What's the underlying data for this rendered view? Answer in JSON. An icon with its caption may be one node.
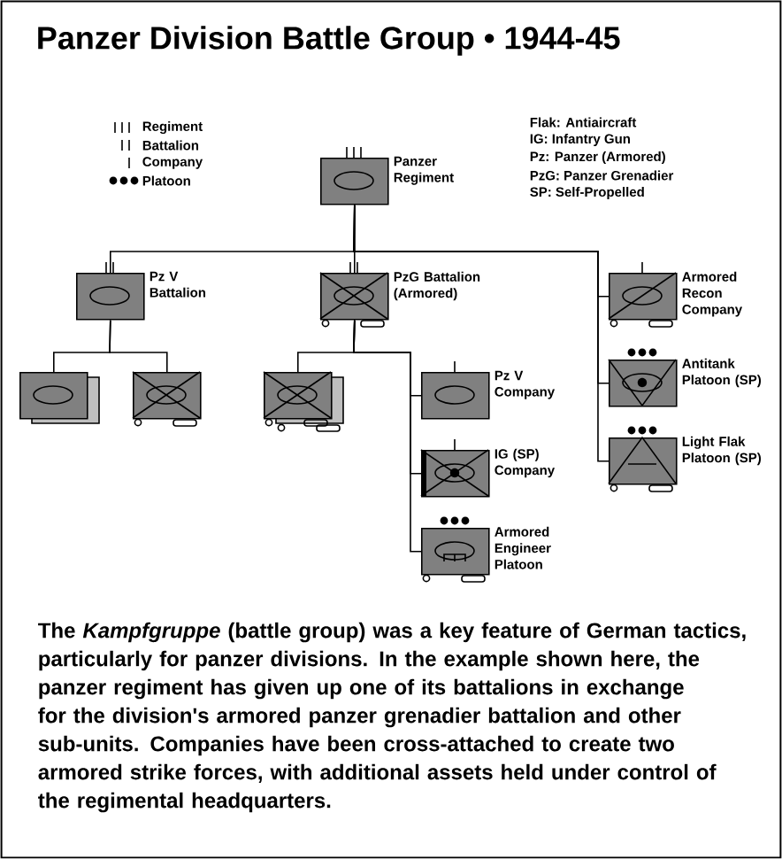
{
  "diagram": {
    "title": "Panzer Division Battle Group • 1944-45",
    "caption": "The *Kampfgruppe* (battle group) was a key feature of German tactics, particularly for panzer divisions. In the example shown here, the panzer regiment has given up one of its battalions in exchange for the division's armored panzer grenadier battalion and other sub-units. Companies have been cross-attached to create two armored strike forces, with additional assets held under control of the regimental headquarters.",
    "nodes": [
      {
        "text": [
          "Panzer Regiment"
        ]
      },
      {
        "text": [
          "Pz V Battalion"
        ]
      },
      {
        "text": [
          "PzG Battalion (Armored)"
        ]
      },
      {
        "text": [
          "Armored Recon Company"
        ]
      },
      {
        "text": [],
        "shape": "box"
      },
      {
        "text": [],
        "shape": "box"
      },
      {
        "text": [],
        "shape": "box"
      },
      {
        "text": [
          "Pz V Company"
        ]
      },
      {
        "text": [
          "IG (SP) Company"
        ]
      },
      {
        "text": [
          "Armored Engineer Platoon"
        ]
      },
      {
        "text": [
          "Antitank Platoon (SP)"
        ]
      },
      {
        "text": [
          "Light Flak Platoon (SP)"
        ]
      }
    ],
    "edges": [
      {
        "from": 0,
        "to": 1,
        "arrow": "none"
      },
      {
        "from": 0,
        "to": 2,
        "arrow": "none"
      },
      {
        "from": 0,
        "to": 3,
        "arrow": "none"
      },
      {
        "from": 0,
        "to": 10,
        "arrow": "none"
      },
      {
        "from": 0,
        "to": 11,
        "arrow": "none"
      },
      {
        "from": 1,
        "to": 4,
        "arrow": "none"
      },
      {
        "from": 1,
        "to": 5,
        "arrow": "none"
      },
      {
        "from": 2,
        "to": 6,
        "arrow": "none"
      },
      {
        "from": 2,
        "to": 7,
        "arrow": "none"
      },
      {
        "from": 2,
        "to": 8,
        "arrow": "none"
      },
      {
        "from": 2,
        "to": 9,
        "arrow": "none"
      }
    ],
    "labels": [
      "Flak: Antiaircraft",
      "IG: Infantry Gun",
      "Pz: Panzer (Armored)",
      "PzG: Panzer Grenadier",
      "SP: Self-Propelled"
    ],
    "legend": [
      {
        "text": "Regiment"
      },
      {
        "text": "Battalion"
      },
      {
        "text": "Company"
      },
      {
        "text": "Platoon"
      }
    ]
  }
}
